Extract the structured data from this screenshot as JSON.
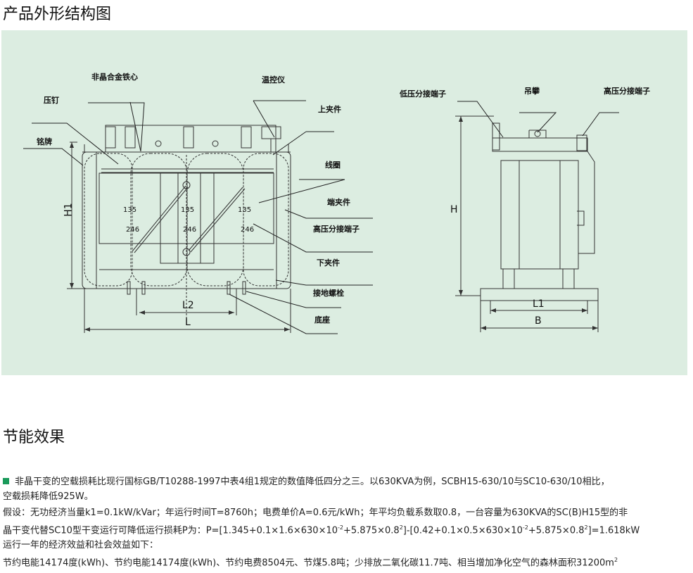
{
  "section1_title": "产品外形结构图",
  "section2_title": "节能效果",
  "front_view": {
    "labels": {
      "core": "非晶合金铁心",
      "press_nail": "压钉",
      "nameplate": "铭牌",
      "thermostat": "温控仪",
      "upper_clamp": "上夹件",
      "coil": "线圈",
      "end_clamp": "端夹件",
      "hv_tap": "高压分接端子",
      "lower_clamp": "下夹件",
      "ground_bolt": "接地螺栓",
      "base": "底座"
    },
    "tap_top": "135",
    "tap_bottom": "246",
    "dims": {
      "h1": "H1",
      "l2": "L2",
      "l": "L"
    }
  },
  "side_view": {
    "labels": {
      "lv_tap": "低压分接端子",
      "lifting_lug": "吊攀",
      "hv_tap": "高压分接端子"
    },
    "dims": {
      "h": "H",
      "l1": "L1",
      "b": "B"
    }
  },
  "paragraphs": {
    "p1a": "非晶干变的空载损耗比现行国标GB/T10288-1997中表4组1规定的数值降低四分之三。以630KVA为例，SCBH15-630/10与SC10-630/10相比，",
    "p1b": "空载损耗降低925W。",
    "p2a": "假设：无功经济当量k1=0.1kW/kVar；年运行时间T=8760h；电费单价A=0.6元/kWh；年平均负载系数取0.8，一台容量为630KVA的SC(B)H15型的非",
    "p2b_1": "晶干变代替SC10型干变运行可降低运行损耗P为：P=[1.345+0.1×1.6×630×10",
    "p2b_2": "+5.875×0.8",
    "p2b_3": "]-[0.42+0.1×0.5×630×10",
    "p2b_4": "+5.875×0.8",
    "p2b_5": "]=1.618kW",
    "sup_neg2": "-2",
    "sup_2": "2",
    "p3": "运行一年的经济效益和社会效益如下：",
    "p4": "节约电能14174度(kWh)、节约电能14174度(kWh)、节约电费8504元、节煤5.8吨；少排放二氧化碳11.7吨、相当增加净化空气的森林面积31200m",
    "p4_sup": "2"
  },
  "colors": {
    "panel": "#dcede1",
    "bullet": "#1a9a5a"
  }
}
